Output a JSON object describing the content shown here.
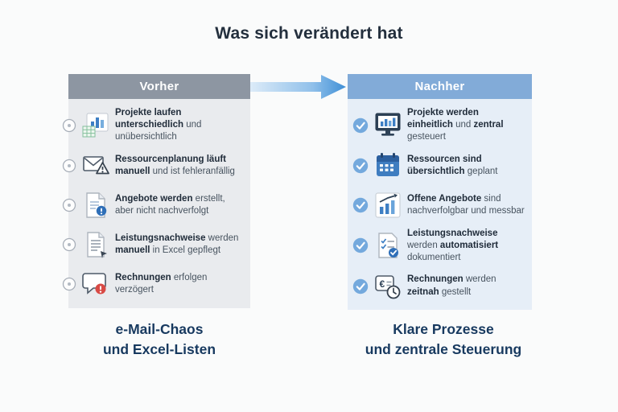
{
  "title": "Was sich verändert hat",
  "left_panel": {
    "header": "Vorher",
    "caption": [
      "e-Mail-Chaos",
      "und Excel-Listen"
    ],
    "items": [
      {
        "icon": "project-chart",
        "segments": [
          {
            "text": "Projekte laufen unterschiedlich",
            "bold": true
          },
          {
            "text": " und unübersichtlich",
            "bold": false
          }
        ]
      },
      {
        "icon": "mail-warning",
        "segments": [
          {
            "text": "Ressourcenplanung läuft manuell",
            "bold": true
          },
          {
            "text": " und ist fehleranfällig",
            "bold": false
          }
        ]
      },
      {
        "icon": "offer-alert",
        "segments": [
          {
            "text": "Angebote werden",
            "bold": true
          },
          {
            "text": " erstellt, aber nicht nachverfolgt",
            "bold": false
          }
        ]
      },
      {
        "icon": "timesheet-doc",
        "segments": [
          {
            "text": "Leistungsnachweise",
            "bold": true
          },
          {
            "text": " werden ",
            "bold": false
          },
          {
            "text": "manuell",
            "bold": true
          },
          {
            "text": " in Excel gepflegt",
            "bold": false
          }
        ]
      },
      {
        "icon": "invoice-chat",
        "segments": [
          {
            "text": "Rechnungen",
            "bold": true
          },
          {
            "text": " erfolgen verzögert",
            "bold": false
          }
        ]
      }
    ]
  },
  "right_panel": {
    "header": "Nachher",
    "caption": [
      "Klare Prozesse",
      "und zentrale Steuerung"
    ],
    "items": [
      {
        "icon": "monitor-chart",
        "segments": [
          {
            "text": "Projekte werden einheitlich",
            "bold": true
          },
          {
            "text": " und ",
            "bold": false
          },
          {
            "text": "zentral",
            "bold": true
          },
          {
            "text": " gesteuert",
            "bold": false
          }
        ]
      },
      {
        "icon": "calendar",
        "segments": [
          {
            "text": "Ressourcen sind übersichtlich",
            "bold": true
          },
          {
            "text": " geplant",
            "bold": false
          }
        ]
      },
      {
        "icon": "chart-up",
        "segments": [
          {
            "text": "Offene Angebote",
            "bold": true
          },
          {
            "text": " sind nachverfolgbar und messbar",
            "bold": false
          }
        ]
      },
      {
        "icon": "checklist",
        "segments": [
          {
            "text": "Leistungsnachweise",
            "bold": true
          },
          {
            "text": " werden ",
            "bold": false
          },
          {
            "text": "automatisiert",
            "bold": true
          },
          {
            "text": " dokumentiert",
            "bold": false
          }
        ]
      },
      {
        "icon": "clock-euro",
        "segments": [
          {
            "text": "Rechnungen",
            "bold": true
          },
          {
            "text": " werden ",
            "bold": false
          },
          {
            "text": "zeitnah",
            "bold": true
          },
          {
            "text": " gestellt",
            "bold": false
          }
        ]
      }
    ]
  },
  "colors": {
    "background": "#fafbfb",
    "before_header": "#8d96a2",
    "before_body": "#e9ebee",
    "after_header": "#82abd8",
    "after_body": "#e6eef7",
    "accent_blue": "#3e7fc4",
    "check_blue": "#74a9dd",
    "alert_red": "#d84a45",
    "caption_navy": "#17395f"
  }
}
